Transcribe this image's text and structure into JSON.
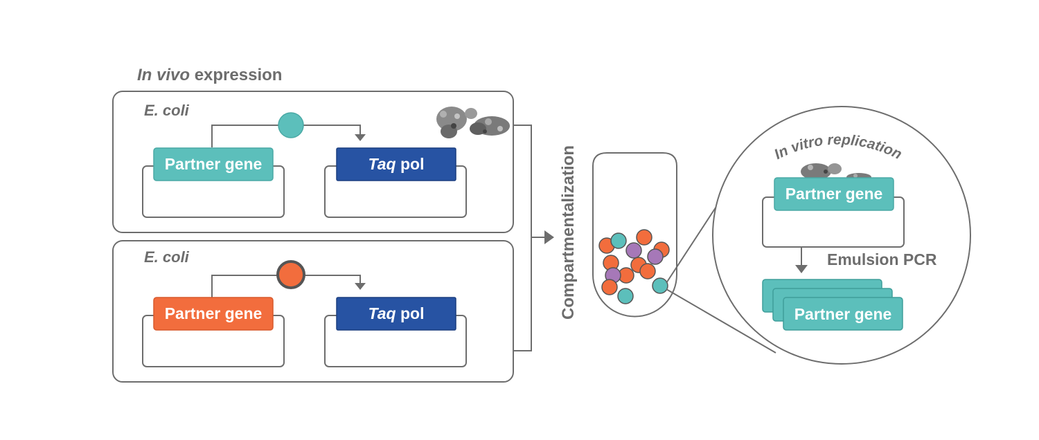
{
  "title": {
    "italic": "In vivo",
    "rest": " expression"
  },
  "cell_top": {
    "organism": "E. coli",
    "partner_gene": "Partner gene",
    "taq_italic": "Taq",
    "taq_rest": " pol"
  },
  "cell_bottom": {
    "organism": "E. coli",
    "partner_gene": "Partner gene",
    "taq_italic": "Taq",
    "taq_rest": " pol"
  },
  "compartmentalization": "Compartmentalization",
  "zoom": {
    "arc_label": "In vitro replication",
    "partner_gene": "Partner gene",
    "emulsion_pcr": "Emulsion PCR",
    "product_gene": "Partner gene"
  },
  "colors": {
    "teal": "#5cbfbb",
    "orange": "#f26d3d",
    "purple": "#a678b8",
    "taq_blue": "#2753a3",
    "gray": "#6d6d6d"
  }
}
